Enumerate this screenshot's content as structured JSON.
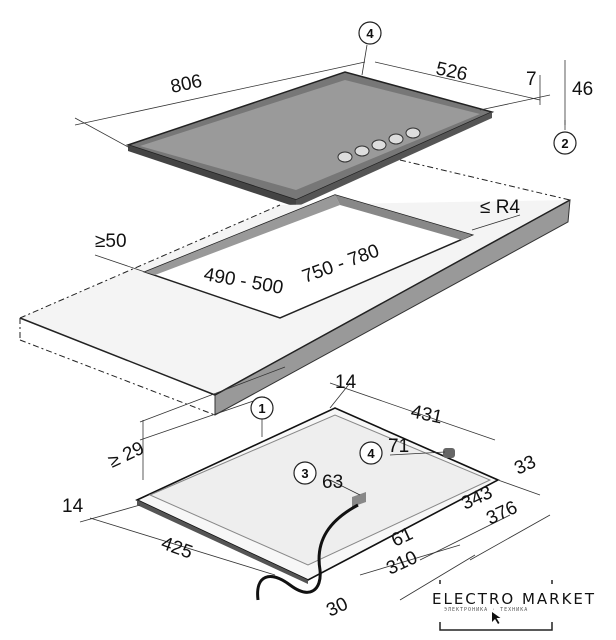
{
  "dimensions": {
    "hob_width": "806",
    "hob_depth": "526",
    "hob_glass_thickness": "7",
    "hob_height": "46",
    "cutout_radius": "≤ R4",
    "min_edge_distance": "≥50",
    "cutout_depth": "490 - 500",
    "cutout_width": "750 - 780",
    "underside_offset_top": "14",
    "underside_depth": "431",
    "min_clearance": "≥ 29",
    "gas_connection_offset": "71",
    "electric_connection_offset": "63",
    "underside_33": "33",
    "underside_343": "343",
    "underside_376": "376",
    "underside_61": "61",
    "underside_310": "310",
    "underside_425": "425",
    "underside_offset_left": "14",
    "cable_30": "30"
  },
  "callouts": [
    "1",
    "2",
    "3",
    "4"
  ],
  "logo": {
    "name": "ELECTRO MARKET",
    "subtitle": "ЭЛЕКТРОНИКА · ТЕХНИКА"
  }
}
